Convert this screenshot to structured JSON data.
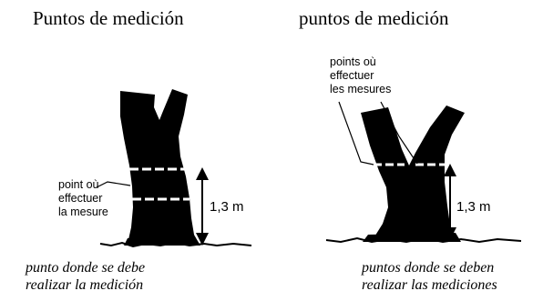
{
  "left_panel": {
    "title": "Puntos de medición",
    "callout_lines": [
      "point où",
      "effectuer",
      "la mesure"
    ],
    "height_label": "1,3 m",
    "caption_lines": [
      "punto donde se debe",
      "realizar la medición"
    ]
  },
  "right_panel": {
    "title": "puntos de medición",
    "callout_lines": [
      "points où",
      "effectuer",
      "les mesures"
    ],
    "height_label": "1,3 m",
    "caption_lines": [
      "puntos donde se deben",
      "realizar las mediciones"
    ]
  },
  "colors": {
    "tree_fill": "#000000",
    "measure_line": "#ffffff",
    "text": "#000000",
    "background": "#ffffff"
  }
}
